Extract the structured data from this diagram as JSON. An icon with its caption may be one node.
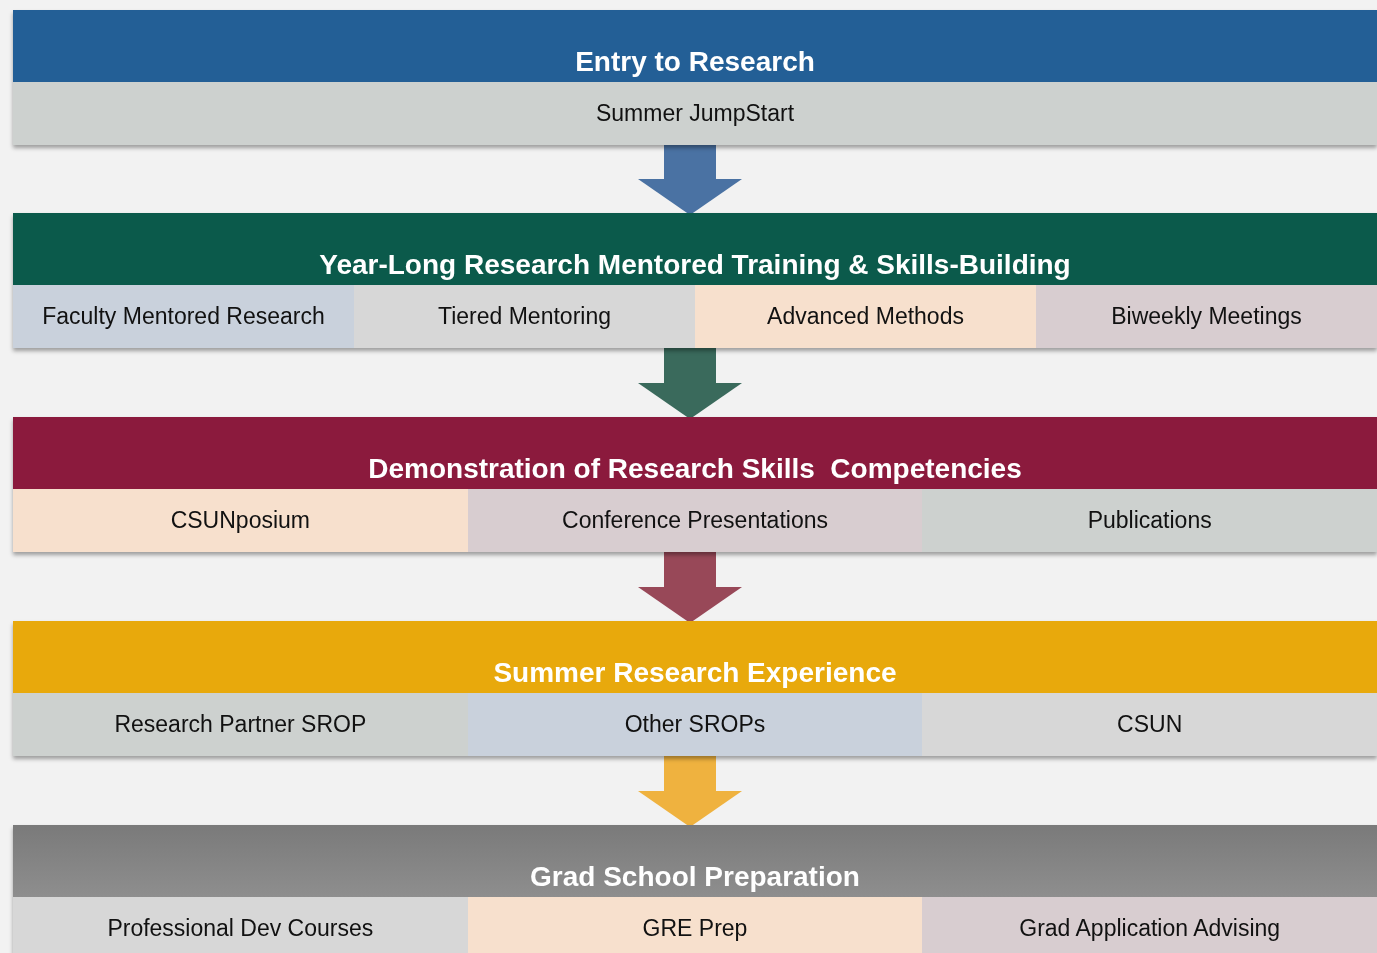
{
  "diagram": {
    "nodes": [
      {
        "text": [
          "Entry to Research"
        ]
      },
      {
        "text": [
          "Summer JumpStart"
        ],
        "in": 0
      },
      {
        "text": [
          "Year-Long Research Mentored Training & Skills-Building"
        ]
      },
      {
        "text": [
          "Faculty Mentored Research"
        ],
        "in": 2
      },
      {
        "text": [
          "Tiered Mentoring"
        ],
        "in": 2
      },
      {
        "text": [
          "Advanced Methods"
        ],
        "in": 2
      },
      {
        "text": [
          "Biweekly Meetings"
        ],
        "in": 2
      },
      {
        "text": [
          "Demonstration of Research Skills  Competencies"
        ]
      },
      {
        "text": [
          "CSUNposium"
        ],
        "in": 7
      },
      {
        "text": [
          "Conference Presentations"
        ],
        "in": 7
      },
      {
        "text": [
          "Publications"
        ],
        "in": 7
      },
      {
        "text": [
          "Summer Research Experience"
        ]
      },
      {
        "text": [
          "Research Partner SROP"
        ],
        "in": 11
      },
      {
        "text": [
          "Other SROPs"
        ],
        "in": 11
      },
      {
        "text": [
          "CSUN"
        ],
        "in": 11
      },
      {
        "text": [
          "Grad School Preparation"
        ]
      },
      {
        "text": [
          "Professional Dev Courses"
        ],
        "in": 15
      },
      {
        "text": [
          "GRE Prep"
        ],
        "in": 15
      },
      {
        "text": [
          "Grad Application Advising"
        ],
        "in": 15
      }
    ],
    "edges": [
      {
        "from": 0,
        "to": 2,
        "arrow": "to",
        "color": "#4a72a3"
      },
      {
        "from": 2,
        "to": 7,
        "arrow": "to",
        "color": "#3a6a5c"
      },
      {
        "from": 7,
        "to": 11,
        "arrow": "to",
        "color": "#984858"
      },
      {
        "from": 11,
        "to": 15,
        "arrow": "to",
        "color": "#efb23f"
      }
    ]
  }
}
